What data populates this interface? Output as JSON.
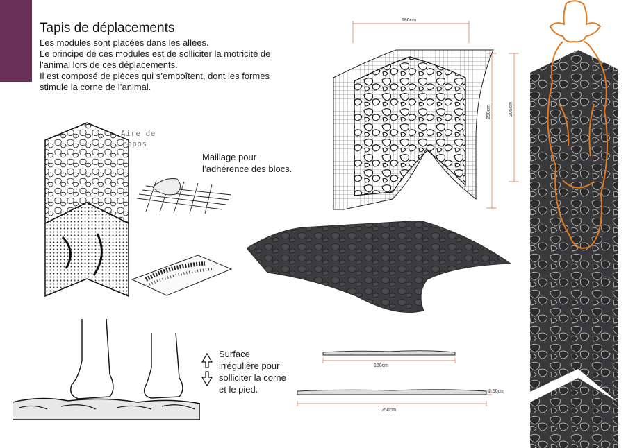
{
  "header": {
    "title": "Tapis de déplacements",
    "lines": [
      "Les modules sont placées dans les allées.",
      "Le principe de ces modules est de solliciter la motricité de",
      "l’animal lors de ces déplacements.",
      "Il est composé de pièces qui s’emboîtent, dont les formes",
      "stimule la corne de l’animal."
    ]
  },
  "sketch": {
    "rest_area_line1": "Aire de",
    "rest_area_line2": "repos"
  },
  "mesh_caption": {
    "line1": "Maillage pour",
    "line2": "l’adhérence des blocs."
  },
  "surface_caption": {
    "line1": "Surface",
    "line2": "irrégulière pour",
    "line3": "solliciter la corne",
    "line4": "et le pied."
  },
  "dimensions": {
    "top_width": "180cm",
    "height_outer": "250cm",
    "height_inner": "205cm",
    "profile_width_short": "180cm",
    "profile_width_long": "250cm",
    "profile_thickness": "2.50cm"
  },
  "colors": {
    "accent": "#6a2f56",
    "dimension_lines": "#d36b3a",
    "cow_outline": "#e07a1f",
    "rubber": "#3a3a3c"
  },
  "icons": {
    "arrows": "up-down-arrows-icon"
  }
}
